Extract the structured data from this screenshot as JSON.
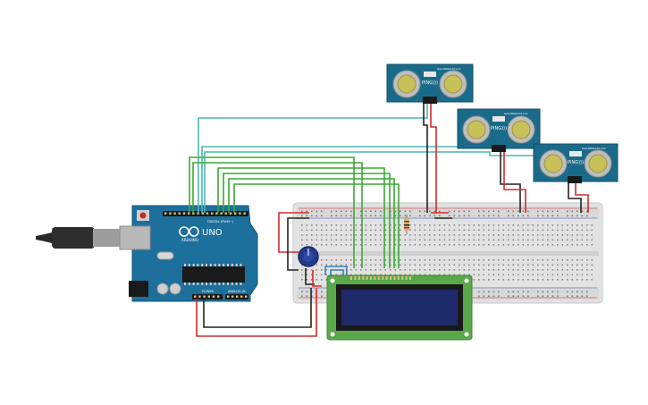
{
  "arduino": {
    "model_label": "UNO",
    "brand_label": "ARDUINO",
    "digital_header_label": "DIGITAL (PWM~)",
    "power_header_label": "POWER",
    "analog_header_label": "ANALOG IN",
    "board_color": "#1d6f9c"
  },
  "sensors": [
    {
      "model_label": "PING)))",
      "brand_label": "www.PARALLAX.com"
    },
    {
      "model_label": "PING)))",
      "brand_label": "www.PARALLAX.com"
    },
    {
      "model_label": "PING)))",
      "brand_label": "www.PARALLAX.com"
    }
  ],
  "colors": {
    "wire_red": "#d42a2a",
    "wire_black": "#222222",
    "wire_green": "#3aa832",
    "wire_teal": "#4cb8b0",
    "wire_blue": "#3a7ec8",
    "lcd_board": "#5aa84a",
    "lcd_screen": "#1e2a6a",
    "sensor_board": "#1a6b8a"
  }
}
